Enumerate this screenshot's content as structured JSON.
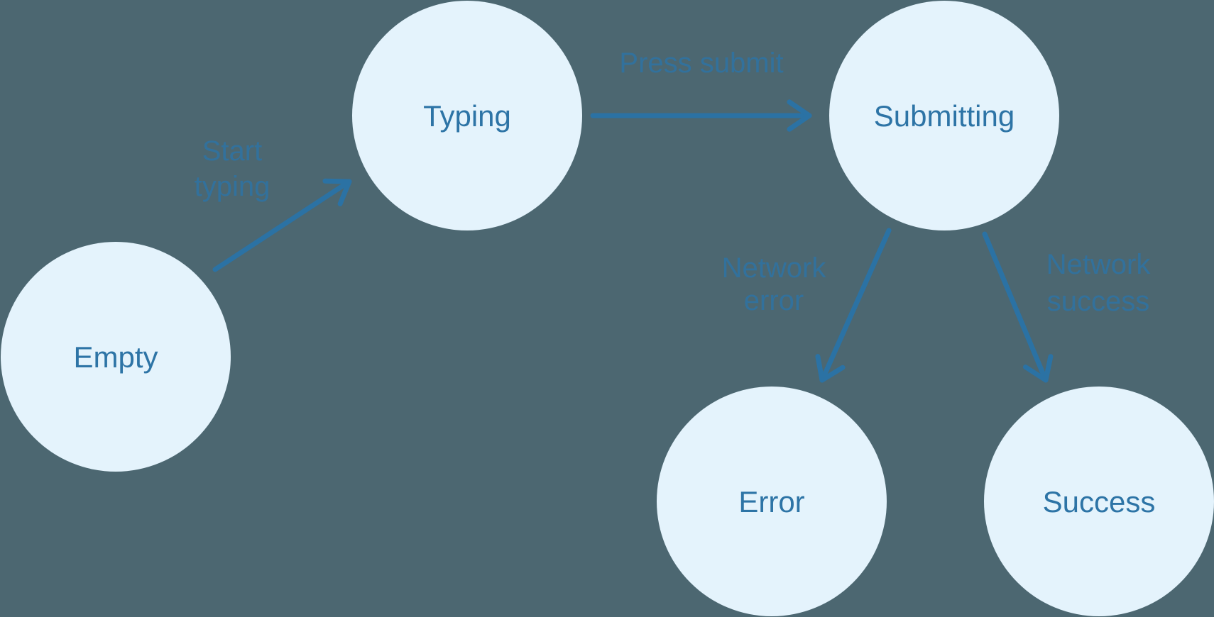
{
  "diagram": {
    "type": "state-machine",
    "colors": {
      "background": "#4C6771",
      "node_fill": "#E4F3FC",
      "node_text": "#2D74A6",
      "edge_stroke": "#2B72A4",
      "edge_label": "#2D74A6"
    },
    "nodes": [
      {
        "id": "empty",
        "label": "Empty"
      },
      {
        "id": "typing",
        "label": "Typing"
      },
      {
        "id": "submitting",
        "label": "Submitting"
      },
      {
        "id": "error",
        "label": "Error"
      },
      {
        "id": "success",
        "label": "Success"
      }
    ],
    "edges": [
      {
        "id": "start-typing",
        "from": "empty",
        "to": "typing",
        "label": "Start typing",
        "label_lines": [
          "Start",
          "typing"
        ]
      },
      {
        "id": "press-submit",
        "from": "typing",
        "to": "submitting",
        "label": "Press submit",
        "label_lines": [
          "Press submit"
        ]
      },
      {
        "id": "network-error",
        "from": "submitting",
        "to": "error",
        "label": "Network error",
        "label_lines": [
          "Network",
          "error"
        ]
      },
      {
        "id": "network-success",
        "from": "submitting",
        "to": "success",
        "label": "Network success",
        "label_lines": [
          "Network",
          "success"
        ]
      }
    ]
  }
}
